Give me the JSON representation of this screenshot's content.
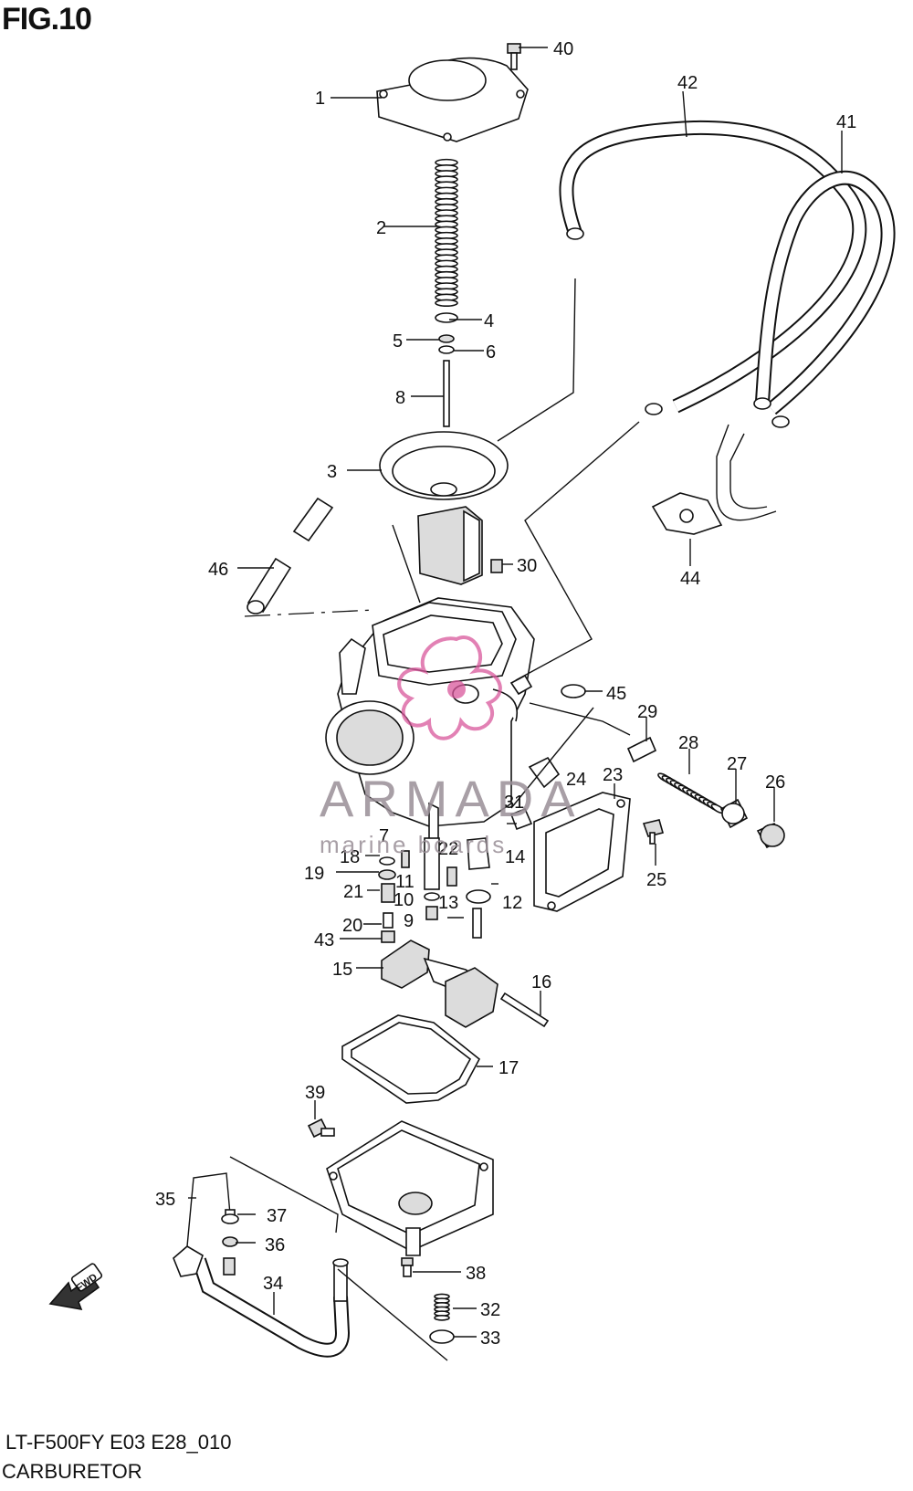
{
  "figure": {
    "title": "FIG.10",
    "model_code": "LT-F500FY E03 E28_010",
    "part_name": "CARBURETOR"
  },
  "watermark": {
    "brand": "ARMADA",
    "tagline": "marine   boards"
  },
  "fwd_badge": "FWD",
  "callouts": [
    "1",
    "2",
    "3",
    "4",
    "5",
    "6",
    "7",
    "8",
    "9",
    "10",
    "11",
    "12",
    "13",
    "14",
    "15",
    "16",
    "17",
    "18",
    "19",
    "20",
    "21",
    "22",
    "23",
    "24",
    "25",
    "26",
    "27",
    "28",
    "29",
    "30",
    "31",
    "32",
    "33",
    "34",
    "35",
    "36",
    "37",
    "38",
    "39",
    "40",
    "41",
    "42",
    "43",
    "44",
    "45",
    "46"
  ],
  "icons": [
    "diaphragm-cover-icon",
    "spring-icon",
    "needle-icon",
    "diaphragm-icon",
    "carburetor-body-icon",
    "float-icon",
    "gasket-icon",
    "float-bowl-icon",
    "breather-hose-icon",
    "fwd-arrow-icon",
    "watermark-logo-icon"
  ]
}
